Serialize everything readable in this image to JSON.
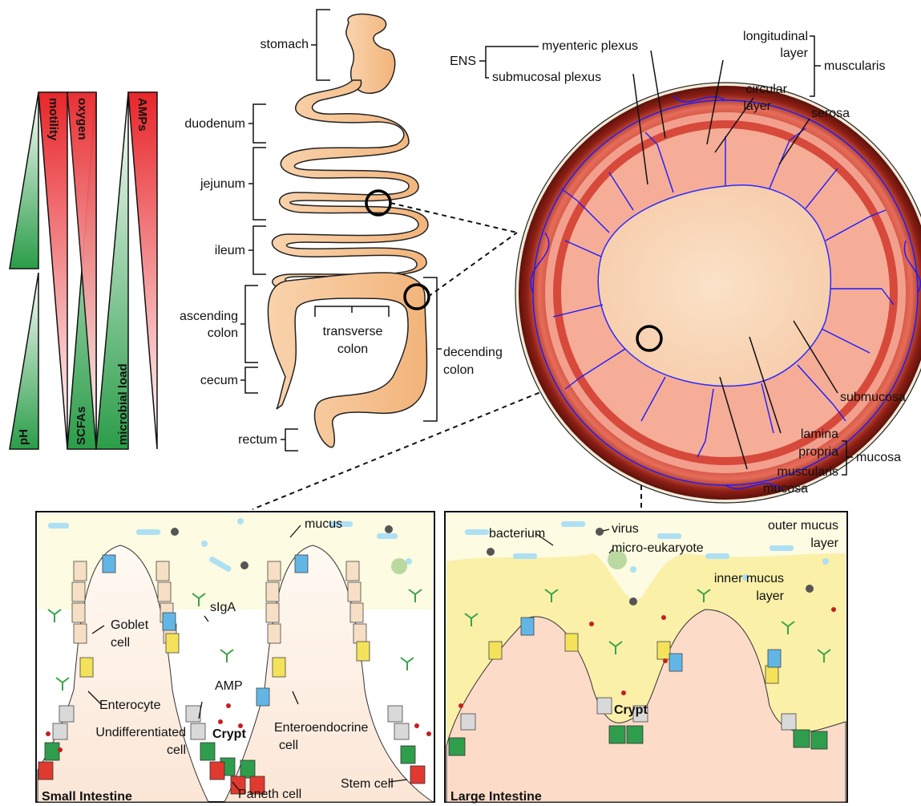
{
  "gradients": {
    "ph": "pH",
    "motility": "motility",
    "scfas": "SCFAs",
    "oxygen": "oxygen",
    "microbial_load": "microbial load",
    "amps": "AMPs",
    "colors": {
      "red": "#e8262a",
      "green": "#2a9d48"
    }
  },
  "gut": {
    "stomach": "stomach",
    "duodenum": "duodenum",
    "jejunum": "jejunum",
    "ileum": "ileum",
    "ascending": "ascending",
    "ascending2": "colon",
    "transverse": "transverse",
    "transverse2": "colon",
    "decending": "decending",
    "decending2": "colon",
    "cecum": "cecum",
    "rectum": "rectum",
    "color": "#f7c89a"
  },
  "cross_section": {
    "ens": "ENS",
    "myenteric": "myenteric plexus",
    "submucosal": "submucosal plexus",
    "longitudinal": "longitudinal",
    "longitudinal2": "layer",
    "circular": "circular",
    "circular2": "layer",
    "muscularis": "muscularis",
    "serosa": "serosa",
    "submucosa": "submucosa",
    "lamina": "lamina",
    "propria": "propria",
    "mucosa": "mucosa",
    "muscularis_m": "muscularis",
    "mucosa2": "mucosa",
    "nerve_color": "#1a1aff"
  },
  "small_intestine": {
    "title": "Small Intestine",
    "mucus": "mucus",
    "goblet": "Goblet",
    "goblet2": "cell",
    "siga": "sIgA",
    "enterocyte": "Enterocyte",
    "amp": "AMP",
    "undiff": "Undifferentiated",
    "undiff2": "cell",
    "crypt": "Crypt",
    "entero": "Enteroendocrine",
    "entero2": "cell",
    "paneth": "Paneth cell",
    "stem": "Stem cell"
  },
  "large_intestine": {
    "title": "Large Intestine",
    "bacterium": "bacterium",
    "virus": "virus",
    "micro": "micro-eukaryote",
    "outer": "outer mucus",
    "outer2": "layer",
    "inner": "inner mucus",
    "inner2": "layer",
    "crypt": "Crypt"
  }
}
